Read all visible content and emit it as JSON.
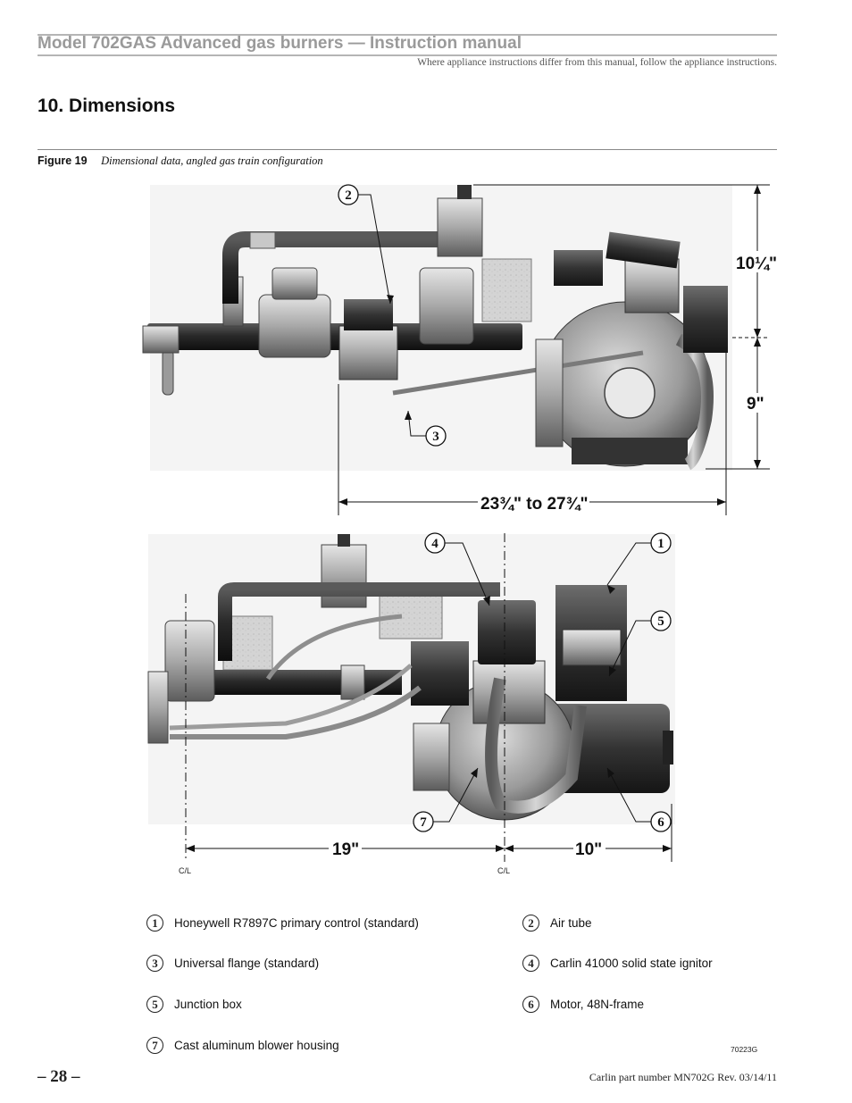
{
  "header": {
    "title": "Model 702GAS Advanced gas burners — Instruction manual",
    "subtitle": "Where appliance instructions differ from this manual, follow the appliance instructions."
  },
  "section": {
    "title": "10.  Dimensions"
  },
  "figure": {
    "number": "Figure 19",
    "caption": "Dimensional data, angled gas train configuration"
  },
  "dimensions": {
    "top_height_upper": "10¼\"",
    "top_height_lower": "9\"",
    "top_width": "23¾\" to 27¾\"",
    "bottom_left": "19\"",
    "bottom_right": "10\"",
    "centerline_left": "C/L",
    "centerline_right": "C/L"
  },
  "callout_numbers": [
    "1",
    "2",
    "3",
    "4",
    "5",
    "6",
    "7"
  ],
  "legend": [
    {
      "num": "1",
      "text": "Honeywell R7897C primary control (standard)"
    },
    {
      "num": "2",
      "text": "Air tube"
    },
    {
      "num": "3",
      "text": "Universal flange (standard)"
    },
    {
      "num": "4",
      "text": "Carlin 41000 solid state ignitor"
    },
    {
      "num": "5",
      "text": "Junction box"
    },
    {
      "num": "6",
      "text": "Motor, 48N-frame"
    },
    {
      "num": "7",
      "text": "Cast aluminum blower housing"
    }
  ],
  "drawing_id": "70223G",
  "footer": {
    "page_number": "– 28 –",
    "part_number": "Carlin part number MN702G Rev. 03/14/11"
  }
}
